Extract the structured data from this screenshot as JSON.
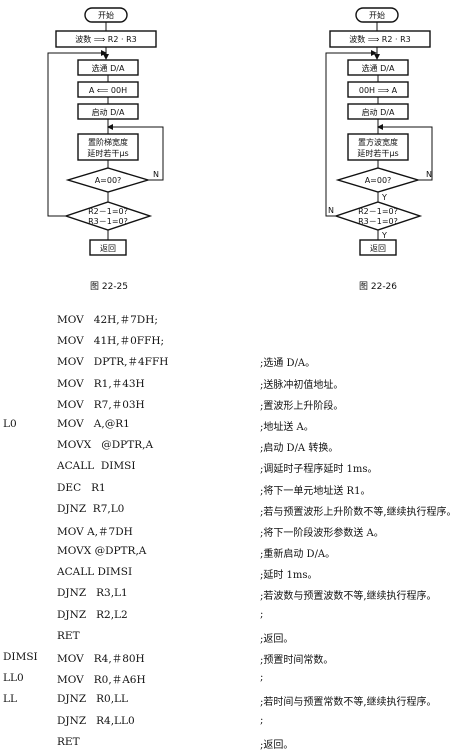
{
  "flowchart_left": {
    "start": "开始",
    "init": "波数 ⟹ R2 · R3",
    "select": "选通 D/A",
    "load": "A ⟸ 00H",
    "launch": "启动 D/A",
    "delay_line1": "置阶梯宽度",
    "delay_line2": "延时若干μs",
    "check_a": "A=00?",
    "no_label": "N",
    "check_r_line1": "R2－1=0?",
    "check_r_line2": "R3－1=0?",
    "end": "返回",
    "caption": "图 22-25"
  },
  "flowchart_right": {
    "start": "开始",
    "init": "波数 ⟹ R2 · R3",
    "select": "选通 D/A",
    "load": "00H ⟹ A",
    "launch": "启动 D/A",
    "delay_line1": "置方波宽度",
    "delay_line2": "延时若干μs",
    "check_a": "A=00?",
    "no_label_a": "N",
    "yes_label_a": "Y",
    "no_label_r": "N",
    "yes_label_r": "Y",
    "check_r_line1": "R2－1=0?",
    "check_r_line2": "R3－1=0?",
    "end": "返回",
    "caption": "图 22-26"
  },
  "code_lines": [
    {
      "label": "",
      "instr": "MOV   42H,＃7DH;",
      "comment": ""
    },
    {
      "label": "",
      "instr": "MOV   41H,＃0FFH;",
      "comment": ""
    },
    {
      "label": "",
      "instr": "MOV   DPTR,＃4FFH",
      "comment": ";选通 D/A。"
    },
    {
      "label": "",
      "instr": "MOV   R1,＃43H",
      "comment": ";送脉冲初值地址。"
    },
    {
      "label": "",
      "instr": "MOV   R7,＃03H",
      "comment": ";置波形上升阶段。"
    },
    {
      "label": "L0",
      "instr": "MOV   A,@R1",
      "comment": ";地址送 A。"
    },
    {
      "label": "",
      "instr": "MOVX   @DPTR,A",
      "comment": ";启动 D/A 转换。"
    },
    {
      "label": "",
      "instr": "ACALL  DIMSI",
      "comment": ";调延时子程序延时 1ms。"
    },
    {
      "label": "",
      "instr": "DEC   R1",
      "comment": ";将下一单元地址送 R1。"
    },
    {
      "label": "",
      "instr": "DJNZ  R7,L0",
      "comment": ";若与预置波形上升阶数不等,继续执行程序。"
    },
    {
      "label": "",
      "instr": "MOV A,＃7DH",
      "comment": ";将下一阶段波形参数送 A。"
    },
    {
      "label": "",
      "instr": "MOVX @DPTR,A",
      "comment": ";重新启动 D/A。"
    },
    {
      "label": "",
      "instr": "ACALL DIMSI",
      "comment": ";延时 1ms。"
    },
    {
      "label": "",
      "instr": "DJNZ   R3,L1",
      "comment": ";若波数与预置波数不等,继续执行程序。"
    },
    {
      "label": "",
      "instr": "DJNZ   R2,L2",
      "comment": ";"
    },
    {
      "label": "",
      "instr": "RET",
      "comment": ";返回。"
    },
    {
      "label": "DIMSI",
      "instr": "MOV   R4,＃80H",
      "comment": ";预置时间常数。"
    },
    {
      "label": "LL0",
      "instr": "MOV   R0,＃A6H",
      "comment": ";"
    },
    {
      "label": "LL",
      "instr": "DJNZ   R0,LL",
      "comment": ";若时间与预置常数不等,继续执行程序。"
    },
    {
      "label": "",
      "instr": "DJNZ   R4,LL0",
      "comment": ";"
    },
    {
      "label": "",
      "instr": "RET",
      "comment": ";返回。"
    }
  ]
}
